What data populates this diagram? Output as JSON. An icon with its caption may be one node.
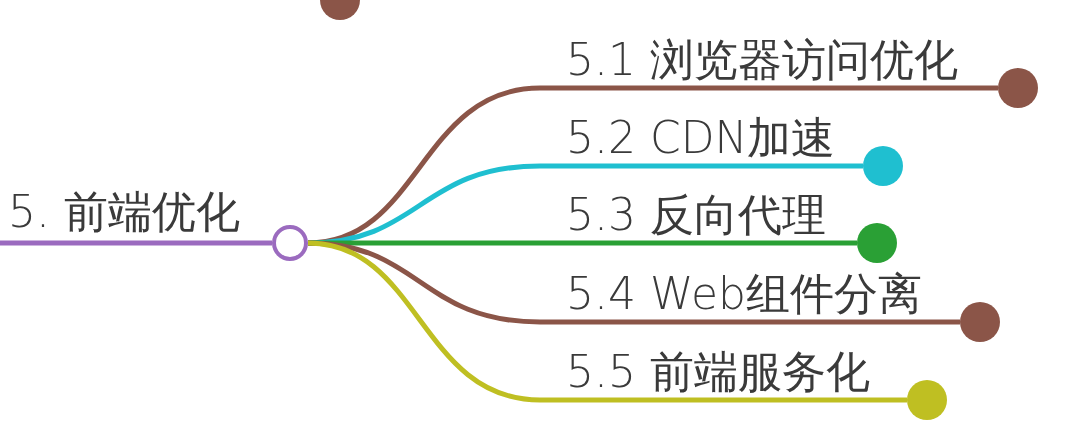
{
  "diagram": {
    "nodes": [
      {
        "text": [],
        "shape": "circle"
      },
      {
        "text": [
          "5. 前端优化"
        ]
      },
      {
        "text": [],
        "shape": "circle"
      },
      {
        "text": [
          "5.1 浏览器访问优化"
        ]
      },
      {
        "text": [],
        "shape": "circle"
      },
      {
        "text": [
          "5.2 CDN加速"
        ]
      },
      {
        "text": [],
        "shape": "circle"
      },
      {
        "text": [
          "5.3 反向代理"
        ]
      },
      {
        "text": [],
        "shape": "circle"
      },
      {
        "text": [
          "5.4 Web组件分离"
        ]
      },
      {
        "text": [],
        "shape": "circle"
      },
      {
        "text": [
          "5.5 前端服务化"
        ]
      },
      {
        "text": [],
        "shape": "circle"
      }
    ],
    "edges": [
      {
        "from": 1,
        "to": 2,
        "arrow": "none",
        "color": "#9b6bbf"
      },
      {
        "from": 2,
        "to": 4,
        "arrow": "none",
        "color": "#8b5548"
      },
      {
        "from": 2,
        "to": 6,
        "arrow": "none",
        "color": "#1fbfd0"
      },
      {
        "from": 2,
        "to": 8,
        "arrow": "none",
        "color": "#2aa035"
      },
      {
        "from": 2,
        "to": 10,
        "arrow": "none",
        "color": "#8b5548"
      },
      {
        "from": 2,
        "to": 12,
        "arrow": "none",
        "color": "#bfbf22"
      }
    ]
  }
}
